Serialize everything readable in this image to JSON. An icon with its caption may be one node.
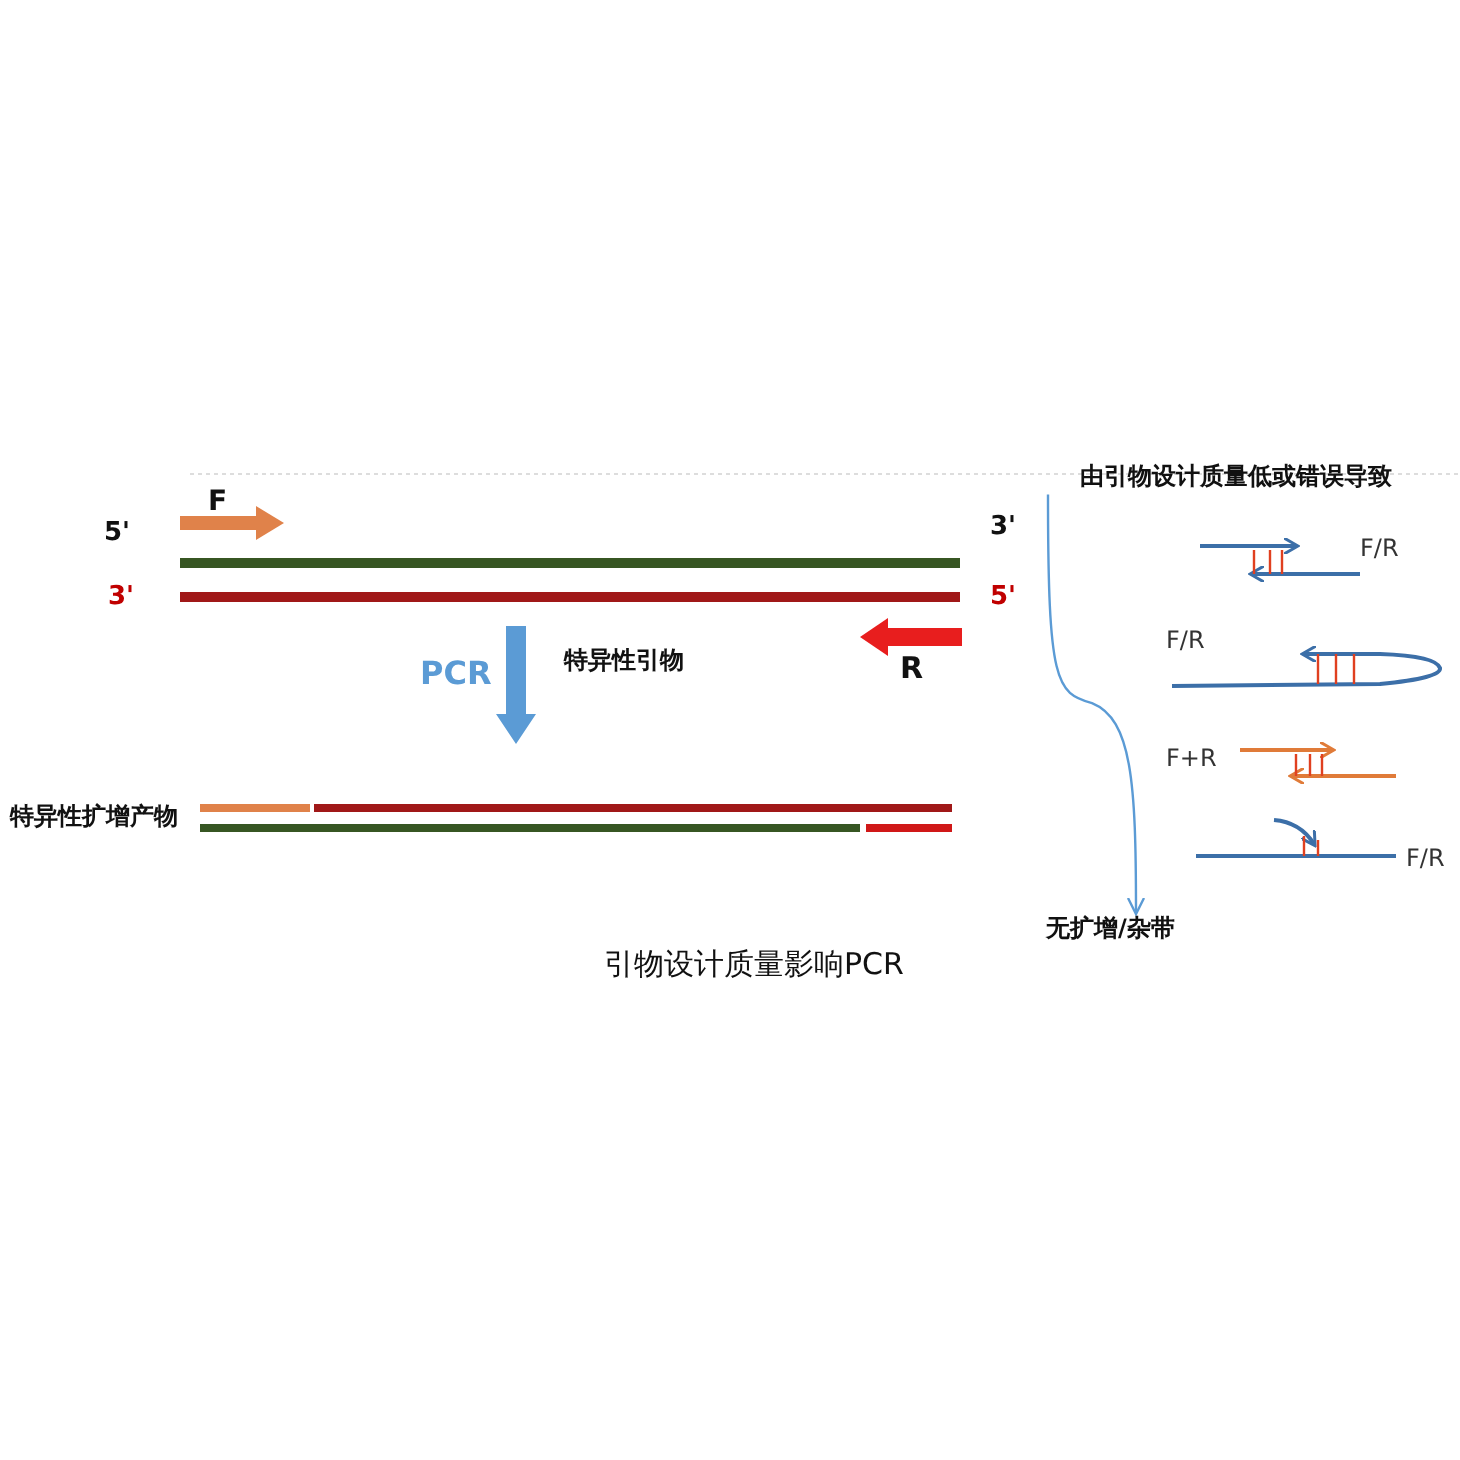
{
  "diagram": {
    "caption": "引物设计质量影响PCR",
    "nodes": [
      {
        "text": [
          "由引物设计质量低或错误导致"
        ]
      },
      {
        "text": [
          "无扩增/杂带"
        ]
      }
    ],
    "edges": [
      {
        "from": 0,
        "to": 1,
        "arrow": "to",
        "color": "#5b9bd5"
      }
    ],
    "labels": [
      "F",
      "5'",
      "3'",
      "3'",
      "5'",
      "PCR",
      "特异性引物",
      "R",
      "特异性扩增产物",
      "F/R",
      "F/R",
      "F+R",
      "F/R"
    ]
  }
}
